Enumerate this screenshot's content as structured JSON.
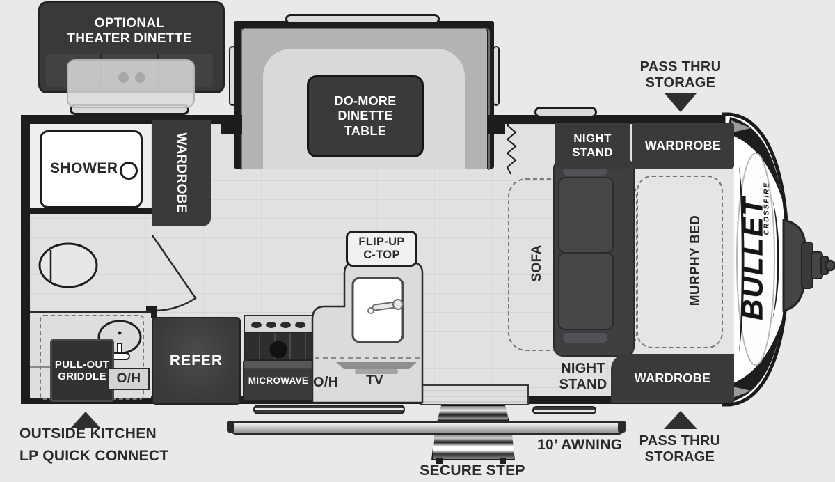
{
  "title": "Bullet Crossfire travel trailer floorplan",
  "colors": {
    "background": "#e9e9e8",
    "wall": "#1d1d1f",
    "furniture_dark": "#3a3a3c",
    "bench_gray": "#b5b3b1",
    "floor": "#e2e1df",
    "label_text": "#2a2a2c",
    "label_on_dark": "#ffffff"
  },
  "brand": {
    "name": "BULLET",
    "sub": "CROSSFIRE"
  },
  "exterior": {
    "pass_thru_storage_top": "PASS THRU\nSTORAGE",
    "pass_thru_storage_bottom": "PASS THRU\nSTORAGE",
    "outside_kitchen": "OUTSIDE KITCHEN",
    "lp_quick_connect": "LP QUICK CONNECT",
    "awning": "10’ AWNING",
    "secure_step": "SECURE STEP"
  },
  "interior": {
    "optional_theater_dinette": "OPTIONAL\nTHEATER DINETTE",
    "do_more_dinette_table": "DO-MORE\nDINETTE\nTABLE",
    "shower": "SHOWER",
    "wardrobe_bath": "WARDROBE",
    "night_stand_top": "NIGHT\nSTAND",
    "wardrobe_top": "WARDROBE",
    "sofa": "SOFA",
    "murphy_bed": "MURPHY BED",
    "night_stand_bottom": "NIGHT\nSTAND",
    "wardrobe_bottom": "WARDROBE",
    "refer": "REFER",
    "microwave": "MICROWAVE",
    "pull_out_griddle": "PULL-OUT\nGRIDDLE",
    "overhead_bath": "O/H",
    "overhead_kitchen": "O/H",
    "tv": "TV",
    "flip_up_ctop": "FLIP-UP\nC-TOP"
  }
}
